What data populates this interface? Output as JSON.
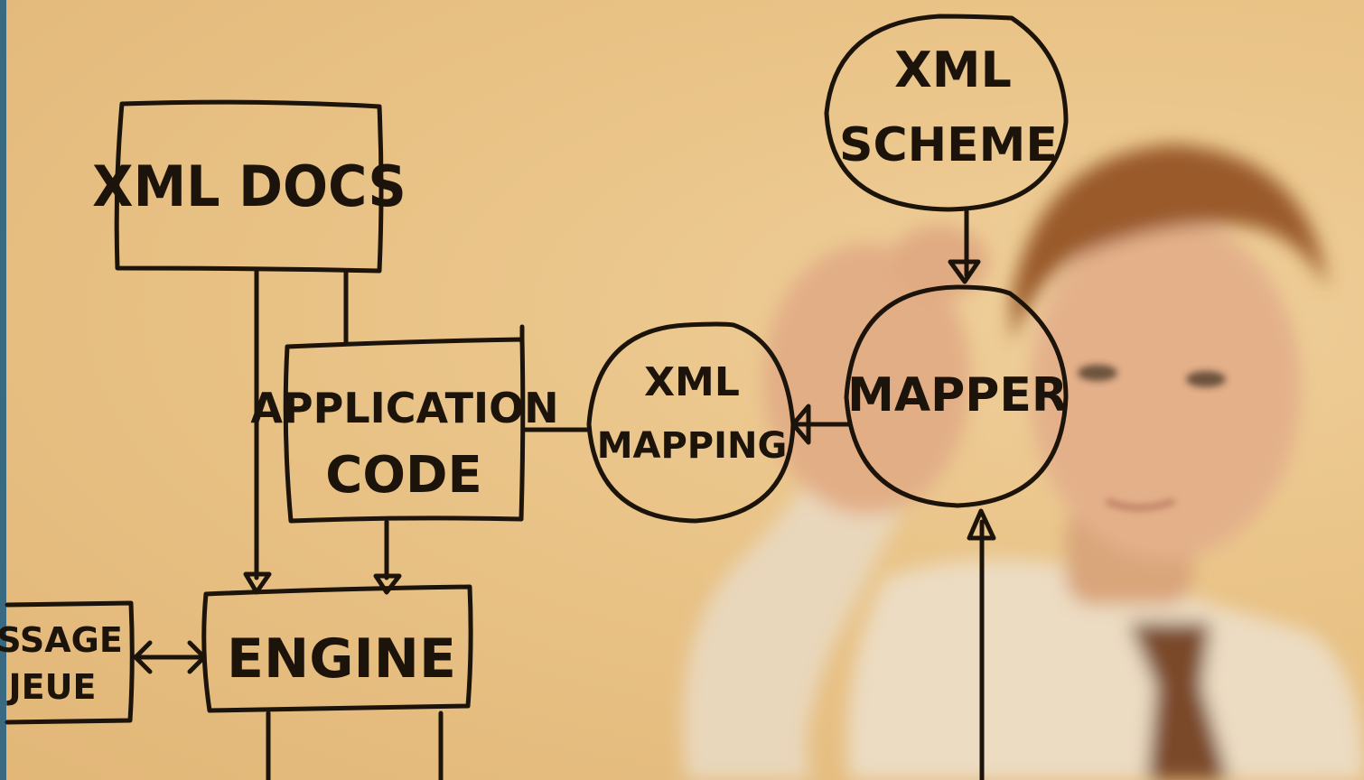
{
  "nodes": {
    "xml_docs": "XML DOCS",
    "app_code_line1": "APPLICATION",
    "app_code_line2": "CODE",
    "engine": "ENGINE",
    "queue_line1": "SSAGE",
    "queue_line2": "JEUE",
    "xml_mapping_line1": "XML",
    "xml_mapping_line2": "MAPPING",
    "mapper": "MAPPER",
    "xml_scheme_line1": "XML",
    "xml_scheme_line2": "SCHEME"
  },
  "colors": {
    "ink": "#1c140a",
    "background": "#e6bd7e",
    "edge": "#3a6a82"
  }
}
